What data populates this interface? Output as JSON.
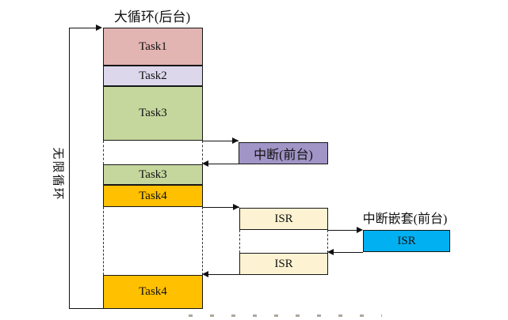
{
  "title": "大循环(后台)",
  "infinite_loop_label": "无限循环",
  "column": {
    "segments": [
      {
        "label": "Task1",
        "type": "task"
      },
      {
        "label": "Task2",
        "type": "task"
      },
      {
        "label": "Task3",
        "type": "task"
      },
      {
        "label": "",
        "type": "gap-interrupted"
      },
      {
        "label": "Task3",
        "type": "task"
      },
      {
        "label": "Task4",
        "type": "task"
      },
      {
        "label": "",
        "type": "gap-interrupted"
      },
      {
        "label": "Task4",
        "type": "task"
      }
    ]
  },
  "interrupt_box_label": "中断(前台)",
  "isr_top_label": "ISR",
  "isr_bottom_label": "ISR",
  "nested_interrupt_heading": "中断嵌套(前台)",
  "nested_isr_label": "ISR",
  "colors": {
    "task1": "#e2b4b2",
    "task2": "#dcd7eb",
    "task3": "#c6d79e",
    "task4": "#ffc000",
    "interrupt_box": "#a194c6",
    "isr_box": "#fdf3d2",
    "nested_isr_box": "#00b0f0",
    "line": "#111111"
  }
}
